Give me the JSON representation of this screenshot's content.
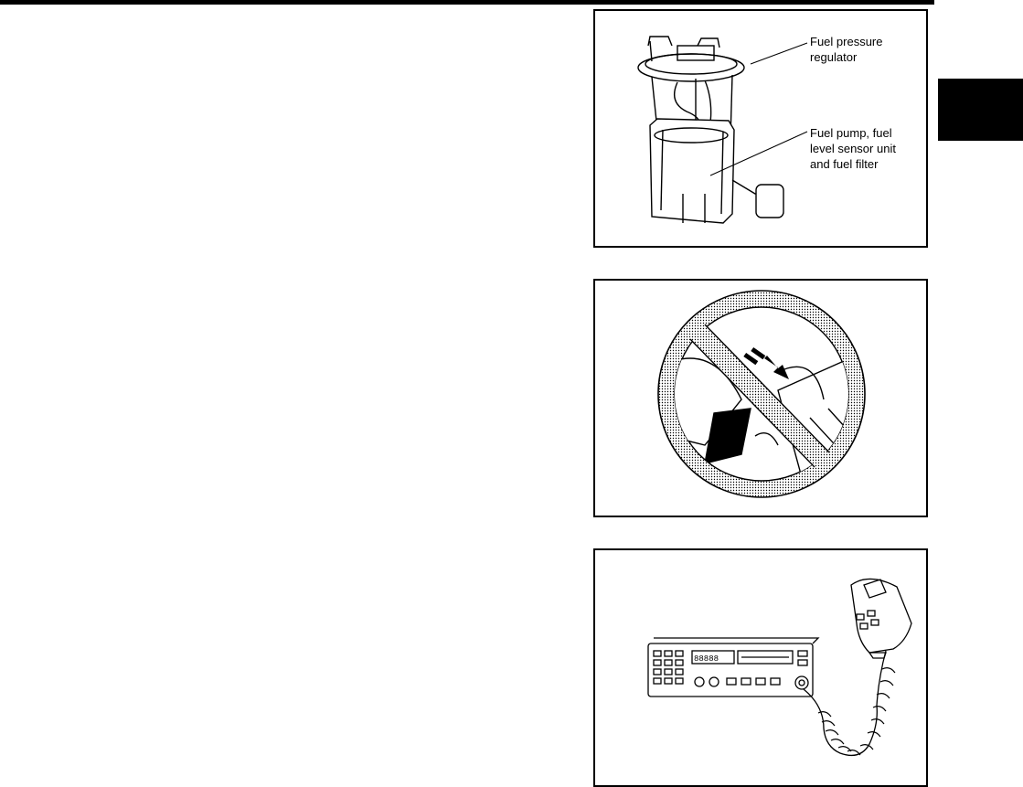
{
  "page": {
    "section_tab": ""
  },
  "figures": [
    {
      "name": "fuel-pump-assembly-figure",
      "callouts": [
        "Fuel pressure\nregulator",
        "Fuel pump, fuel\nlevel sensor unit\nand fuel filter"
      ]
    },
    {
      "name": "prohibition-figure",
      "callouts": []
    },
    {
      "name": "radio-transmitter-figure",
      "callouts": []
    }
  ]
}
